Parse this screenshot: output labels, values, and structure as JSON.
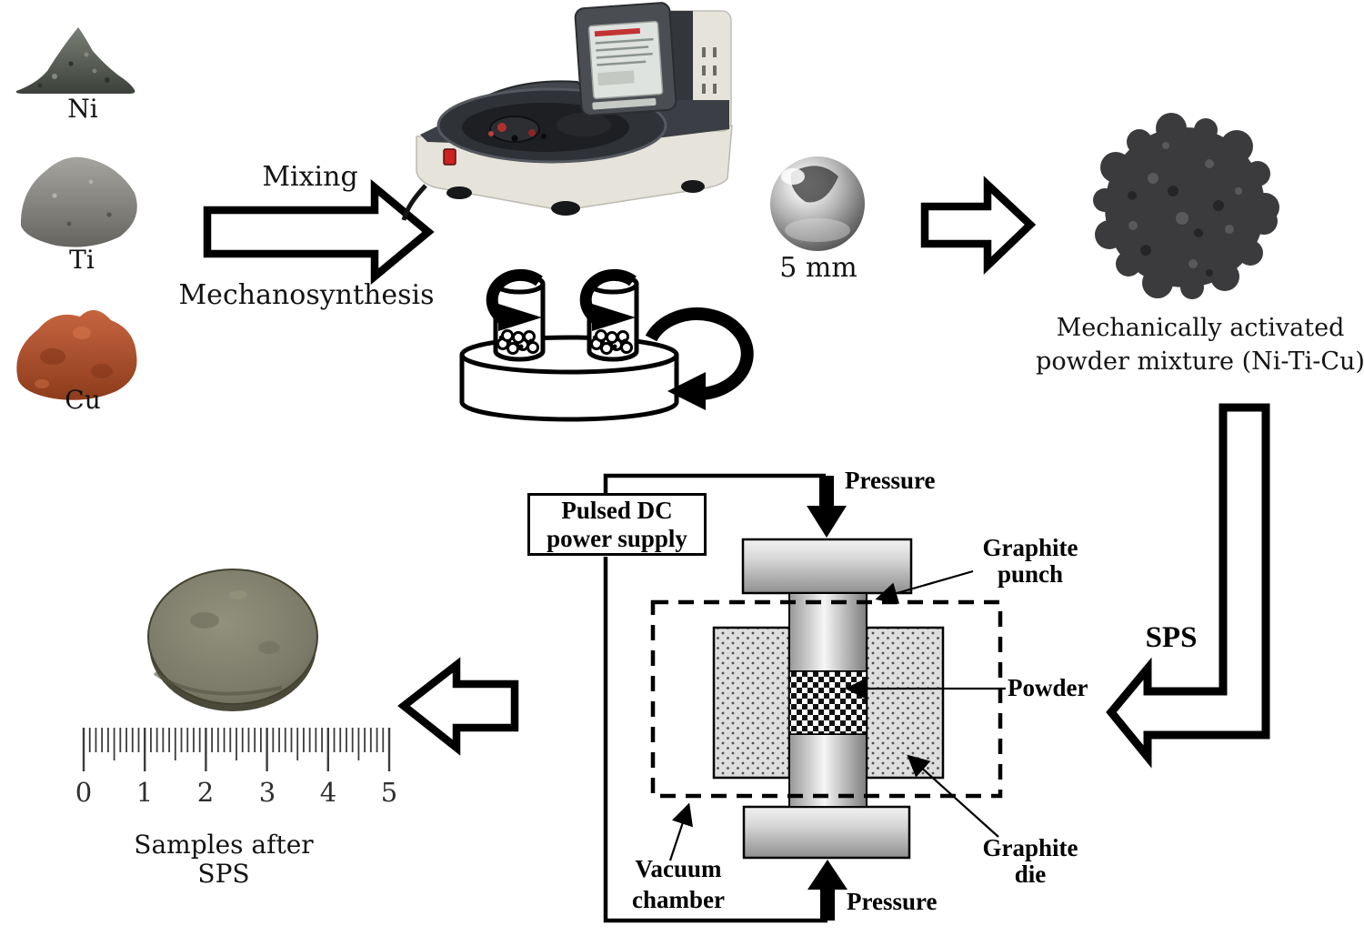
{
  "flow": {
    "powders": [
      {
        "symbol": "Ni"
      },
      {
        "symbol": "Ti"
      },
      {
        "symbol": "Cu"
      }
    ],
    "mixing": "Mixing",
    "mechanosynthesis": "Mechanosynthesis",
    "ball_size": "5 mm",
    "mixture_line1": "Mechanically activated",
    "mixture_line2": "powder mixture (Ni-Ti-Cu)",
    "sps": "SPS",
    "samples": "Samples after SPS"
  },
  "sps_diagram": {
    "power_supply": {
      "line1": "Pulsed DC",
      "line2": "power supply"
    },
    "pressure_top": "Pressure",
    "pressure_bottom": "Pressure",
    "graphite_punch": {
      "line1": "Graphite",
      "line2": "punch"
    },
    "powder": "Powder",
    "graphite_die": {
      "line1": "Graphite",
      "line2": "die"
    },
    "vacuum_chamber": {
      "line1": "Vacuum",
      "line2": "chamber"
    }
  },
  "ruler": {
    "numbers": [
      "0",
      "1",
      "2",
      "3",
      "4",
      "5"
    ]
  },
  "icons": {
    "flow_arrow": "right-arrow-outline",
    "sps_arrow": "elbow-down-left-arrow-outline",
    "sample_arrow": "left-arrow-outline",
    "rotation_arrow": "curved-rotation-arrow"
  },
  "colors": {
    "background": "#ffffff",
    "ink": "#000000",
    "nickel_powder": "#4d524b",
    "titanium_powder": "#8f8d89",
    "copper_powder": "#b34a28",
    "activated_powder": "#3b3b3d",
    "sample_disc": "#80806e",
    "machine_body": "#e6e3da",
    "machine_dark": "#3b3e44",
    "switch_red": "#cc2222"
  }
}
